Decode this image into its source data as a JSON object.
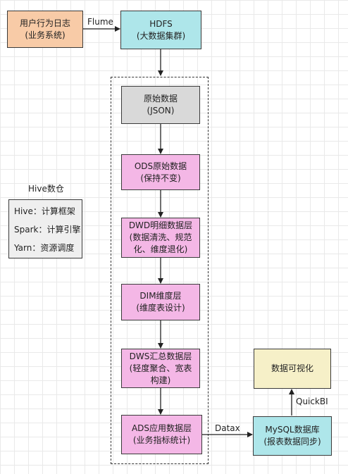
{
  "nodes": {
    "user_log": [
      "用户行为日志",
      "(业务系统)"
    ],
    "hdfs": [
      "HDFS",
      "(大数据集群)"
    ],
    "raw": [
      "原始数据",
      "(JSON)"
    ],
    "ods": [
      "ODS原始数据",
      "(保持不变)"
    ],
    "dwd": [
      "DWD明细数据层",
      "(数据清洗、规范",
      "化、维度退化)"
    ],
    "dim": [
      "DIM维度层",
      "(维度表设计)"
    ],
    "dws": [
      "DWS汇总数据层",
      "(轻度聚合、宽表",
      "构建)"
    ],
    "ads": [
      "ADS应用数据层",
      "(业务指标统计)"
    ],
    "mysql": [
      "MySQL数据库",
      "(报表数据同步)"
    ],
    "viz": [
      "数据可视化"
    ]
  },
  "edges": {
    "flume": "Flume",
    "datax": "Datax",
    "quickbi": "QuickBI"
  },
  "legend": {
    "title": "Hive数仓",
    "items": [
      "Hive：计算框架",
      "Spark：计算引擎",
      "Yarn：资源调度"
    ]
  }
}
